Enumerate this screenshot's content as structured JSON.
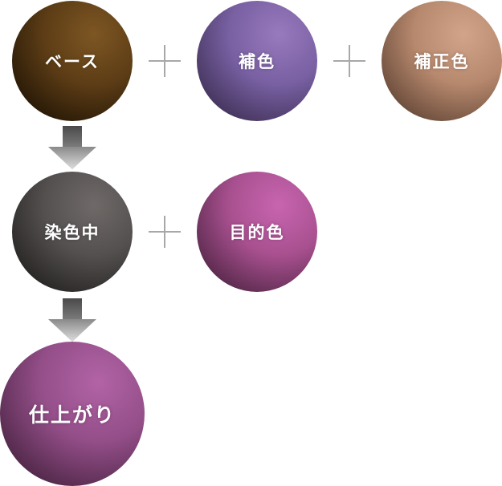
{
  "spheres": {
    "base": {
      "label": "ベース",
      "color": "#5d3d16"
    },
    "complement": {
      "label": "補色",
      "color": "#7860a2"
    },
    "correction": {
      "label": "補正色",
      "color": "#b6886d"
    },
    "dyeing": {
      "label": "染色中",
      "color": "#545050"
    },
    "target": {
      "label": "目的色",
      "color": "#a8508f"
    },
    "finish": {
      "label": "仕上がり",
      "color": "#934e88"
    }
  },
  "operators": {
    "plus_icon": "plus-icon",
    "arrow_icon": "arrow-down-icon"
  }
}
